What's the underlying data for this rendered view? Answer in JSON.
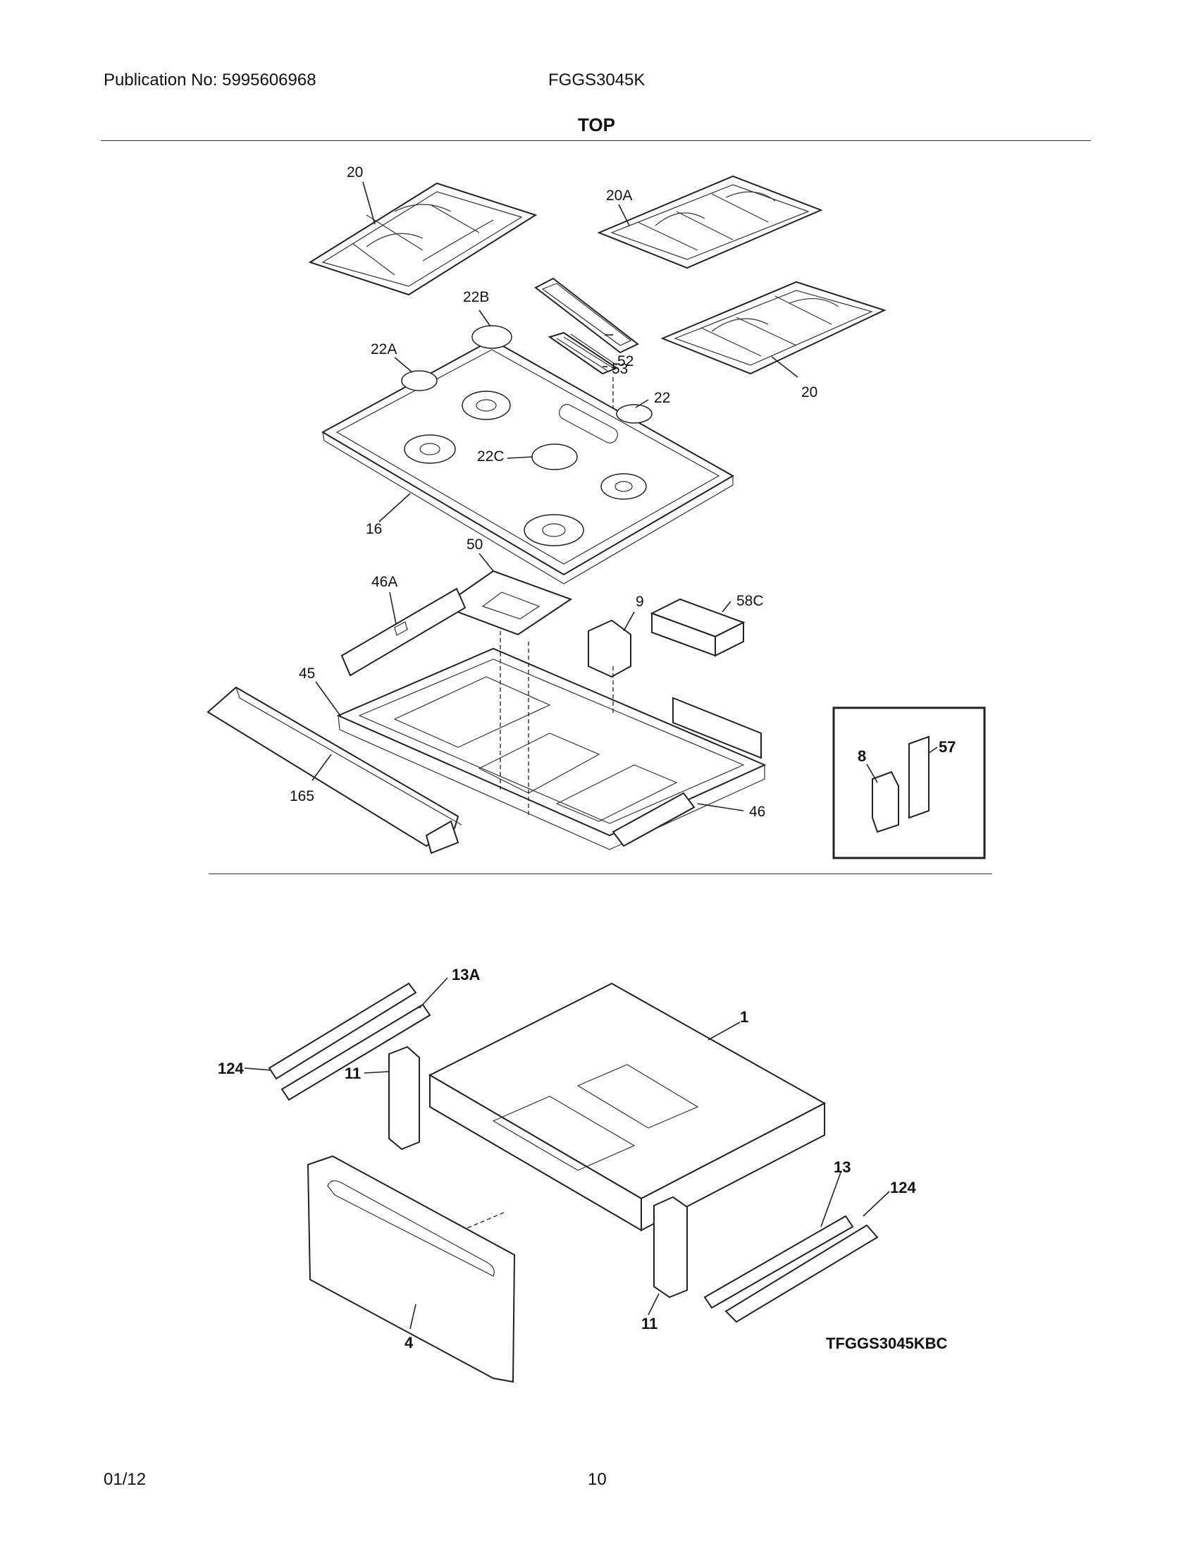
{
  "header": {
    "publication": "Publication No: 5995606968",
    "model": "FGGS3045K",
    "section": "TOP"
  },
  "labels": {
    "grate_left": "20",
    "grate_right_top": "20A",
    "grate_right_bottom": "20",
    "cap_22b": "22B",
    "cap_22a": "22A",
    "cap_22": "22",
    "cap_22c": "22C",
    "griddle_52": "52",
    "griddle_53": "53",
    "cooktop_16": "16",
    "tray_50": "50",
    "bracket_46a": "46A",
    "box_45": "45",
    "bracket_9": "9",
    "insulation_58c": "58C",
    "rail_165": "165",
    "bracket_46": "46",
    "inset_8": "8",
    "inset_57": "57",
    "slide_13a": "13A",
    "drawer_1": "1",
    "slide_124_left": "124",
    "bracket_11_left": "11",
    "slide_13": "13",
    "slide_124_right": "124",
    "drawer_front_4": "4",
    "bracket_11_right": "11",
    "diagram_code": "TFGGS3045KBC"
  },
  "footer": {
    "date": "01/12",
    "page": "10"
  }
}
